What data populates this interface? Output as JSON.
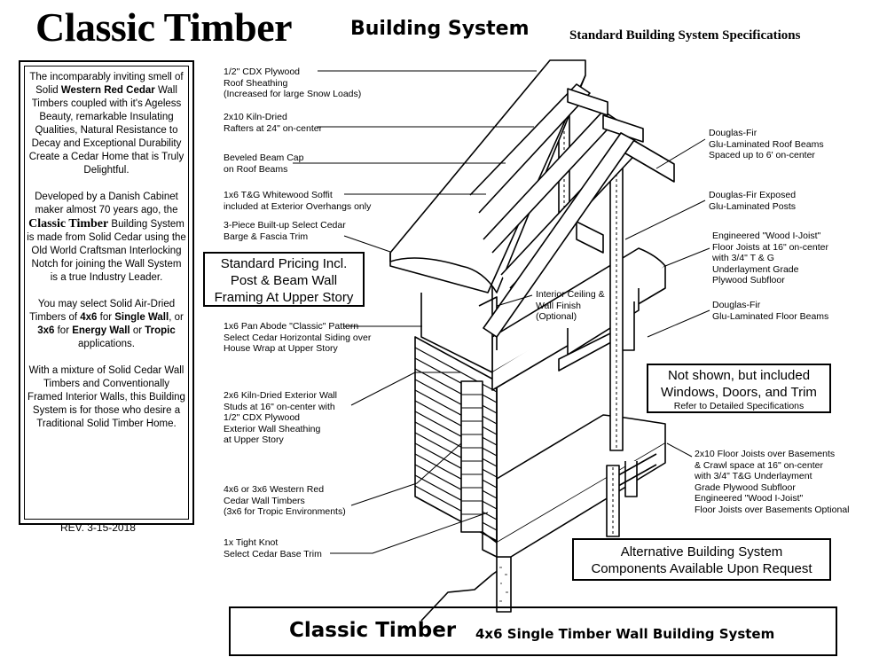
{
  "header": {
    "brand": "Classic Timber",
    "subtitle": "Building System",
    "spec": "Standard Building System Specifications"
  },
  "sidebar": {
    "p1": {
      "a": "The incomparably inviting smell of Solid ",
      "b": "Western Red Cedar",
      "c": " Wall Timbers coupled with it's Ageless Beauty, remarkable Insulating Qualities, Natural Resistance to Decay and Exceptional Durability Create a Cedar Home that is Truly Delightful."
    },
    "p2": {
      "a": "Developed by a Danish Cabinet maker almost 70 years ago, the ",
      "b": "Classic Timber",
      "c": " Building System is made from Solid Cedar using the Old World Craftsman Interlocking Notch for joining the Wall System is a true Industry Leader."
    },
    "p3": {
      "a": "You may select Solid Air-Dried Timbers of ",
      "b": "4x6",
      "c": " for ",
      "d": "Single Wall",
      "e": ", or ",
      "f": "3x6",
      "g": " for ",
      "h": "Energy Wall",
      "i": " or ",
      "j": "Tropic",
      "k": " applications."
    },
    "p4": "With a mixture of Solid Cedar Wall Timbers and Conventionally Framed Interior Walls, this Building System is for those who desire a Traditional Solid Timber Home.",
    "rev": "REV. 3-15-2018"
  },
  "callouts_left": {
    "c1": [
      "1/2\" CDX Plywood",
      "Roof Sheathing",
      "(Increased for large Snow Loads)"
    ],
    "c2": [
      "2x10 Kiln-Dried",
      "Rafters at 24\" on-center"
    ],
    "c3": [
      "Beveled Beam Cap",
      "on Roof Beams"
    ],
    "c4": [
      "1x6 T&G Whitewood Soffit",
      "included at Exterior Overhangs only"
    ],
    "c5": [
      "3-Piece Built-up Select Cedar",
      "Barge & Fascia Trim"
    ],
    "c6": [
      "1x6 Pan Abode \"Classic\" Pattern",
      "Select Cedar Horizontal Siding over",
      "House Wrap at Upper Story"
    ],
    "c7": [
      "2x6 Kiln-Dried Exterior Wall",
      "Studs at 16\" on-center with",
      "1/2\" CDX Plywood",
      "Exterior Wall Sheathing",
      "at Upper Story"
    ],
    "c8": [
      "4x6 or 3x6 Western Red",
      "Cedar Wall Timbers",
      "(3x6 for Tropic Environments)"
    ],
    "c9": [
      "1x Tight Knot",
      "Select Cedar Base Trim"
    ]
  },
  "callout_center": [
    "Interior Ceiling &",
    "Wall Finish",
    "(Optional)"
  ],
  "callouts_right": {
    "r1": [
      "Douglas-Fir",
      "Glu-Laminated Roof Beams",
      "Spaced up to 6' on-center"
    ],
    "r2": [
      "Douglas-Fir Exposed",
      "Glu-Laminated Posts"
    ],
    "r3": [
      "Engineered \"Wood I-Joist\"",
      "Floor Joists at 16\" on-center",
      "with 3/4\" T & G",
      "Underlayment Grade",
      "Plywood Subfloor"
    ],
    "r4": [
      "Douglas-Fir",
      "Glu-Laminated Floor Beams"
    ],
    "r5": [
      "2x10 Floor Joists over Basements",
      "& Crawl space at 16\" on-center",
      "with 3/4\" T&G Underlayment",
      "Grade Plywood Subfloor",
      "Engineered \"Wood I-Joist\"",
      "Floor Joists over Basements Optional"
    ]
  },
  "boxes": {
    "pricing": [
      "Standard Pricing Incl.",
      "Post & Beam Wall",
      "Framing At Upper Story"
    ],
    "notshown": [
      "Not shown, but included",
      "Windows, Doors, and Trim"
    ],
    "notshown_small": "Refer to Detailed Specifications",
    "alternative": [
      "Alternative Building System",
      "Components Available Upon Request"
    ]
  },
  "footer": {
    "brand": "Classic Timber",
    "subtitle": "4x6 Single Timber Wall Building System"
  }
}
